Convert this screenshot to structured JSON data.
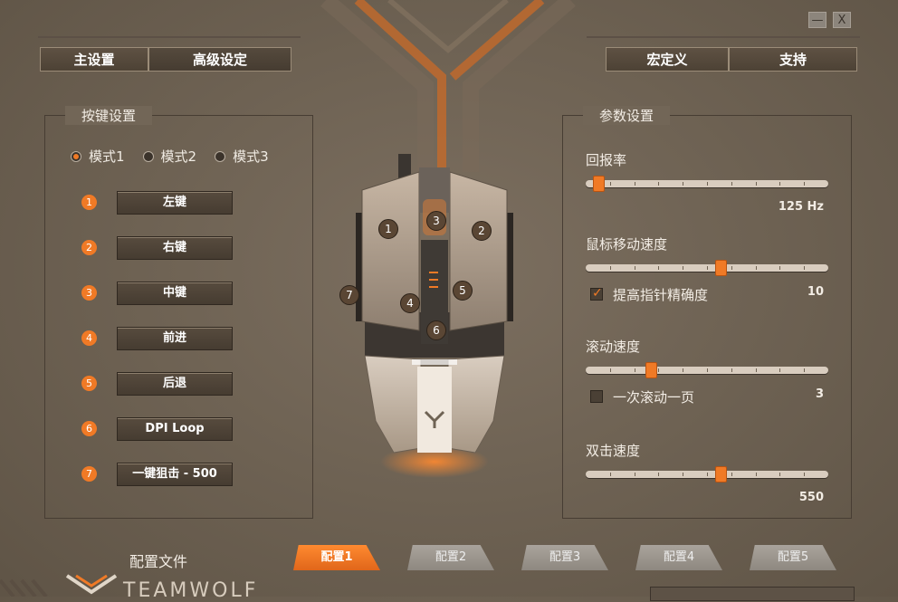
{
  "window": {
    "minimize_label": "—",
    "close_label": "X"
  },
  "tabs_left": [
    {
      "label": "主设置"
    },
    {
      "label": "高级设定"
    }
  ],
  "tabs_right": [
    {
      "label": "宏定义"
    },
    {
      "label": "支持"
    }
  ],
  "key_settings": {
    "title": "按键设置",
    "modes": [
      {
        "label": "模式1",
        "selected": true
      },
      {
        "label": "模式2",
        "selected": false
      },
      {
        "label": "模式3",
        "selected": false
      }
    ],
    "keys": [
      {
        "num": "1",
        "label": "左键"
      },
      {
        "num": "2",
        "label": "右键"
      },
      {
        "num": "3",
        "label": "中键"
      },
      {
        "num": "4",
        "label": "前进"
      },
      {
        "num": "5",
        "label": "后退"
      },
      {
        "num": "6",
        "label": "DPI Loop"
      },
      {
        "num": "7",
        "label": "一键狙击 - 500"
      }
    ]
  },
  "params": {
    "title": "参数设置",
    "report_rate": {
      "label": "回报率",
      "value": "125 Hz",
      "fraction": 0.03
    },
    "mouse_speed": {
      "label": "鼠标移动速度",
      "value": "10",
      "fraction": 0.56
    },
    "pointer_precision": {
      "label": "提高指针精确度",
      "checked": true
    },
    "scroll_speed": {
      "label": "滚动速度",
      "value": "3",
      "fraction": 0.26
    },
    "scroll_page": {
      "label": "一次滚动一页",
      "checked": false
    },
    "double_click": {
      "label": "双击速度",
      "value": "550",
      "fraction": 0.56
    }
  },
  "mouse_labels": [
    "1",
    "2",
    "3",
    "4",
    "5",
    "6",
    "7"
  ],
  "profiles": {
    "label": "配置文件",
    "items": [
      {
        "label": "配置1",
        "active": true
      },
      {
        "label": "配置2",
        "active": false
      },
      {
        "label": "配置3",
        "active": false
      },
      {
        "label": "配置4",
        "active": false
      },
      {
        "label": "配置5",
        "active": false
      }
    ]
  },
  "brand": "TEAMWOLF",
  "colors": {
    "accent": "#f07a26",
    "background": "#6f6354"
  }
}
